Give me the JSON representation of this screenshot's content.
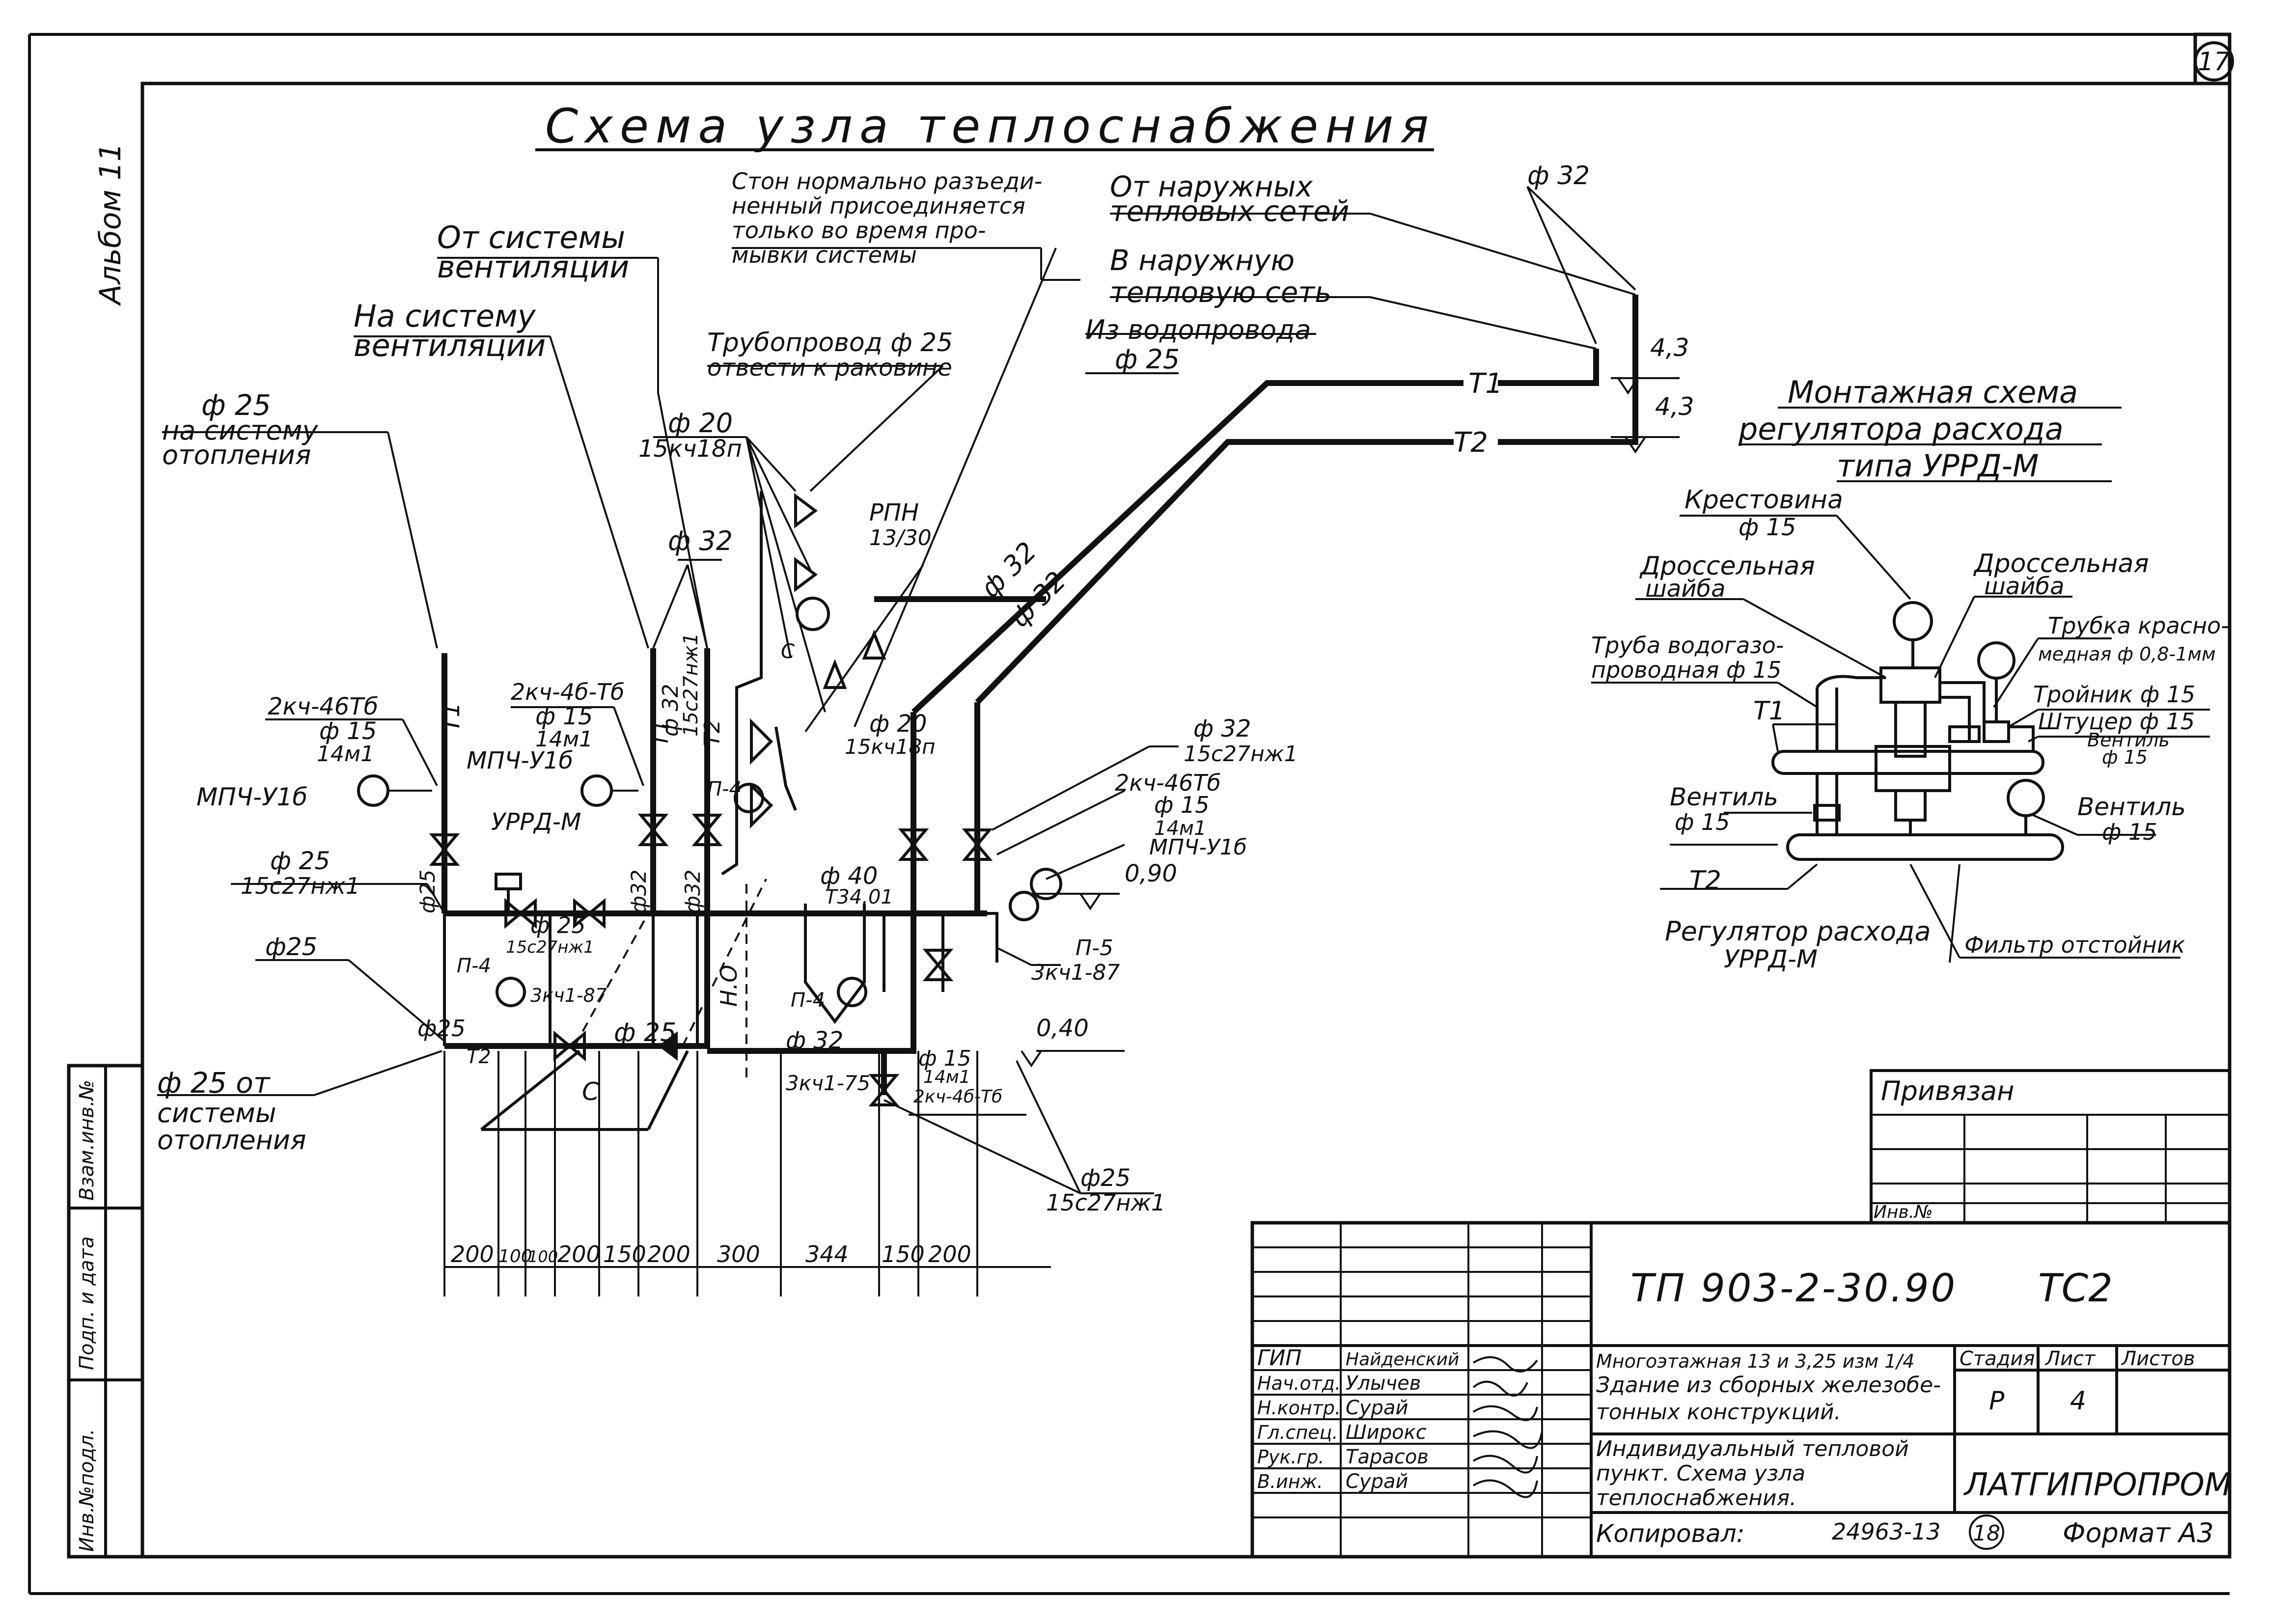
{
  "sheet": {
    "page_number": "17",
    "album": "Альбом 11",
    "title": "Схема узла теплоснабжения"
  },
  "main": {
    "callouts": {
      "from_vent": [
        "От системы",
        "вентиляции"
      ],
      "to_vent": [
        "На систему",
        "вентиляции"
      ],
      "heat_supply": [
        "ф 25",
        "на систему",
        "отопления"
      ],
      "flush_note": [
        "Стон нормально разъеди-",
        "ненный присоединяется",
        "только во время про-",
        "мывки системы"
      ],
      "drain_pipe": [
        "Трубопровод ф 25",
        "отвести к раковине"
      ],
      "from_net": [
        "От наружных",
        "тепловых сетей"
      ],
      "to_net": [
        "В наружную",
        "тепловую сеть"
      ],
      "from_water": [
        "Из водопровода",
        "ф 25"
      ],
      "return_from": [
        "ф 25 от",
        "системы",
        "отопления"
      ]
    },
    "labels": {
      "d32_top": "ф 32",
      "level_1": "4,3",
      "level_2": "4,3",
      "t1": "Т1",
      "t2": "Т2",
      "t1_left": "Т1",
      "t2_left": "Т2",
      "t1_mid": "Т1",
      "t2_mid": "Т2",
      "d20_a": "ф 20",
      "valve_a": "15кч18п",
      "d32_a": "ф 32",
      "rpn": "РПН",
      "rpn_val": "13/30",
      "d32_b": "ф 32",
      "d32_c": "ф 32",
      "k2_1": "2кч-46Тб",
      "d15_1": "ф 15",
      "m14_1": "14м1",
      "mpc_1": "МПЧ-У1б",
      "k2_2": "2кч-4б-Тб",
      "d15_2": "ф 15",
      "m14_2": "14м1",
      "mpc_2": "МПЧ-У1б",
      "d32_d": "ф 32",
      "valve_d": "15с27нж1",
      "d20_b": "ф 20",
      "valve_b": "15кч18п",
      "d32_e": "ф 32",
      "valve_e": "15с27нж1",
      "k2_3": "2кч-46Тб",
      "d15_3": "ф 15",
      "m14_3": "14м1",
      "mpc_3": "МПЧ-У1б",
      "lvl_090": "0,90",
      "d25_main": "ф 25",
      "valve_main": "15с27нж1",
      "urrd": "УРРД-М",
      "d25_reg": "ф 25",
      "valve_reg": "15с27нж1",
      "k3_1": "3кч1-87",
      "p4_a": "П-4",
      "p4_b": "П-4",
      "p4_c": "П-4",
      "d40": "ф 40",
      "t34": "Т34.01",
      "p5": "П-5",
      "k3_2": "3кч1-87",
      "lvl_040": "0,40",
      "d25_left": "ф25",
      "d25_t2": "ф25",
      "d25_mid": "ф 25",
      "d32_bot": "ф 32",
      "k3_75": "3кч1-75",
      "d15_bot": "ф 15",
      "m14_bot": "14м1",
      "k2_bot": "2кч-4б-Тб",
      "d25_r": "ф25",
      "valve_r": "15с27нж1",
      "d25_v1": "ф25",
      "d32_v1": "ф32",
      "d32_v2": "ф32",
      "no": "Н.О",
      "c1": "С",
      "c2": "С",
      "dims": [
        "200",
        "100",
        "100",
        "200",
        "150",
        "200",
        "300",
        "344",
        "150",
        "200"
      ]
    }
  },
  "mount": {
    "title": [
      "Монтажная схема",
      "регулятора расхода",
      "типа УРРД-М"
    ],
    "cross": [
      "Крестовина",
      "ф 15"
    ],
    "throttle_l": [
      "Дроссельная",
      "шайба"
    ],
    "throttle_r": [
      "Дроссельная",
      "шайба"
    ],
    "copper": [
      "Трубка красно-",
      "медная ф 0,8-1мм"
    ],
    "gas_pipe": [
      "Труба водогазо-",
      "проводная ф 15"
    ],
    "tee": "Тройник ф 15",
    "fitting": "Штуцер ф 15",
    "valve_top": [
      "Вентиль",
      "ф 15"
    ],
    "valve_l": [
      "Вентиль",
      "ф 15"
    ],
    "valve_r": [
      "Вентиль",
      "ф 15"
    ],
    "t1": "Т1",
    "t2": "Т2",
    "regulator": [
      "Регулятор расхода",
      "УРРД-М"
    ],
    "filter": "Фильтр отстойник"
  },
  "bound": {
    "title": "Привязан",
    "inv": "Инв.№"
  },
  "stamp": {
    "code": "ТП 903-2-30.90",
    "mark": "ТС2",
    "roles": [
      "ГИП",
      "Нач.отд.",
      "Н.контр.",
      "Гл.спец.",
      "Рук.гр.",
      "В.инж."
    ],
    "names": [
      "Найденский",
      "Улычев",
      "Сурай",
      "Широкс",
      "Тарасов",
      "Сурай"
    ],
    "project": [
      "Многоэтажная 13 и 3,25 изм 1/4",
      "Здание из сборных железобе-",
      "тонных конструкций."
    ],
    "sheet_title": [
      "Индивидуальный тепловой",
      "пункт. Схема узла",
      "теплоснабжения."
    ],
    "stage_head": "Стадия",
    "sheet_head": "Лист",
    "sheets_head": "Листов",
    "stage": "Р",
    "sheet_no": "4",
    "org": "ЛАТГИПРОПРОМ",
    "copied": "Копировал:",
    "archive": "24963-13",
    "circle_no": "18",
    "format": "Формат А3"
  },
  "side": {
    "cols": [
      "Инв.№подл.",
      "Подп. и дата",
      "Взам.инв.№"
    ]
  }
}
